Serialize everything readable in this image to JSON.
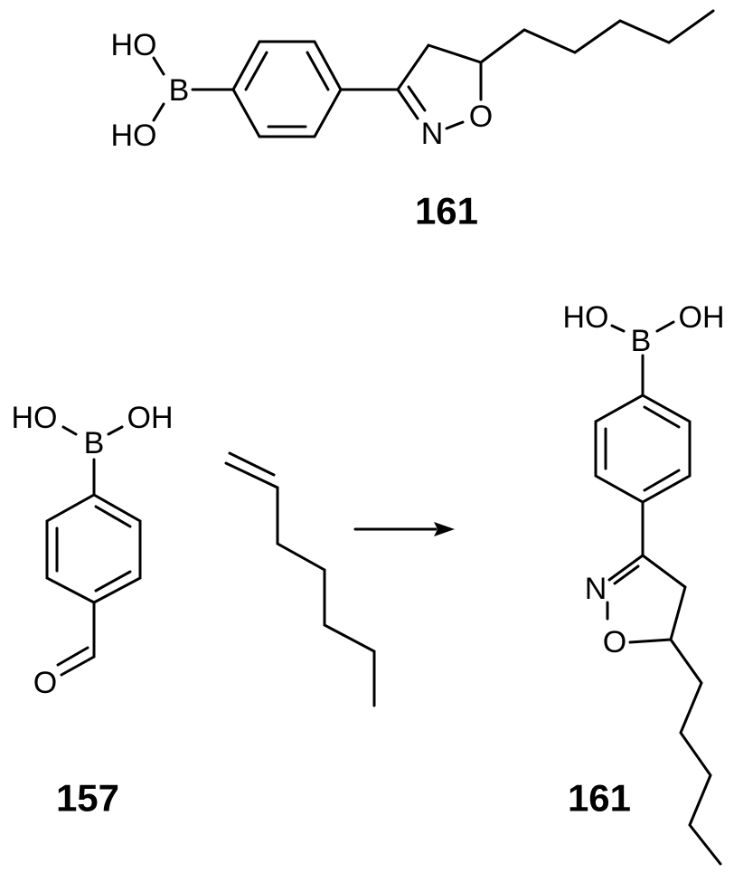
{
  "top_molecule": {
    "compound_number": "161",
    "atoms": {
      "hydroxyl_top": "HO",
      "boron": "B",
      "hydroxyl_bottom": "HO",
      "nitrogen": "N",
      "oxygen": "O"
    }
  },
  "reaction": {
    "reactant_1": {
      "compound_number": "157",
      "atoms": {
        "hydroxyl_left": "HO",
        "hydroxyl_right": "OH",
        "boron": "B",
        "carbonyl_oxygen": "O"
      }
    },
    "reactant_2": {},
    "arrow": "reaction-arrow",
    "product": {
      "compound_number": "161",
      "atoms": {
        "hydroxyl_left": "HO",
        "hydroxyl_right": "OH",
        "boron": "B",
        "nitrogen": "N",
        "oxygen": "O"
      }
    }
  }
}
